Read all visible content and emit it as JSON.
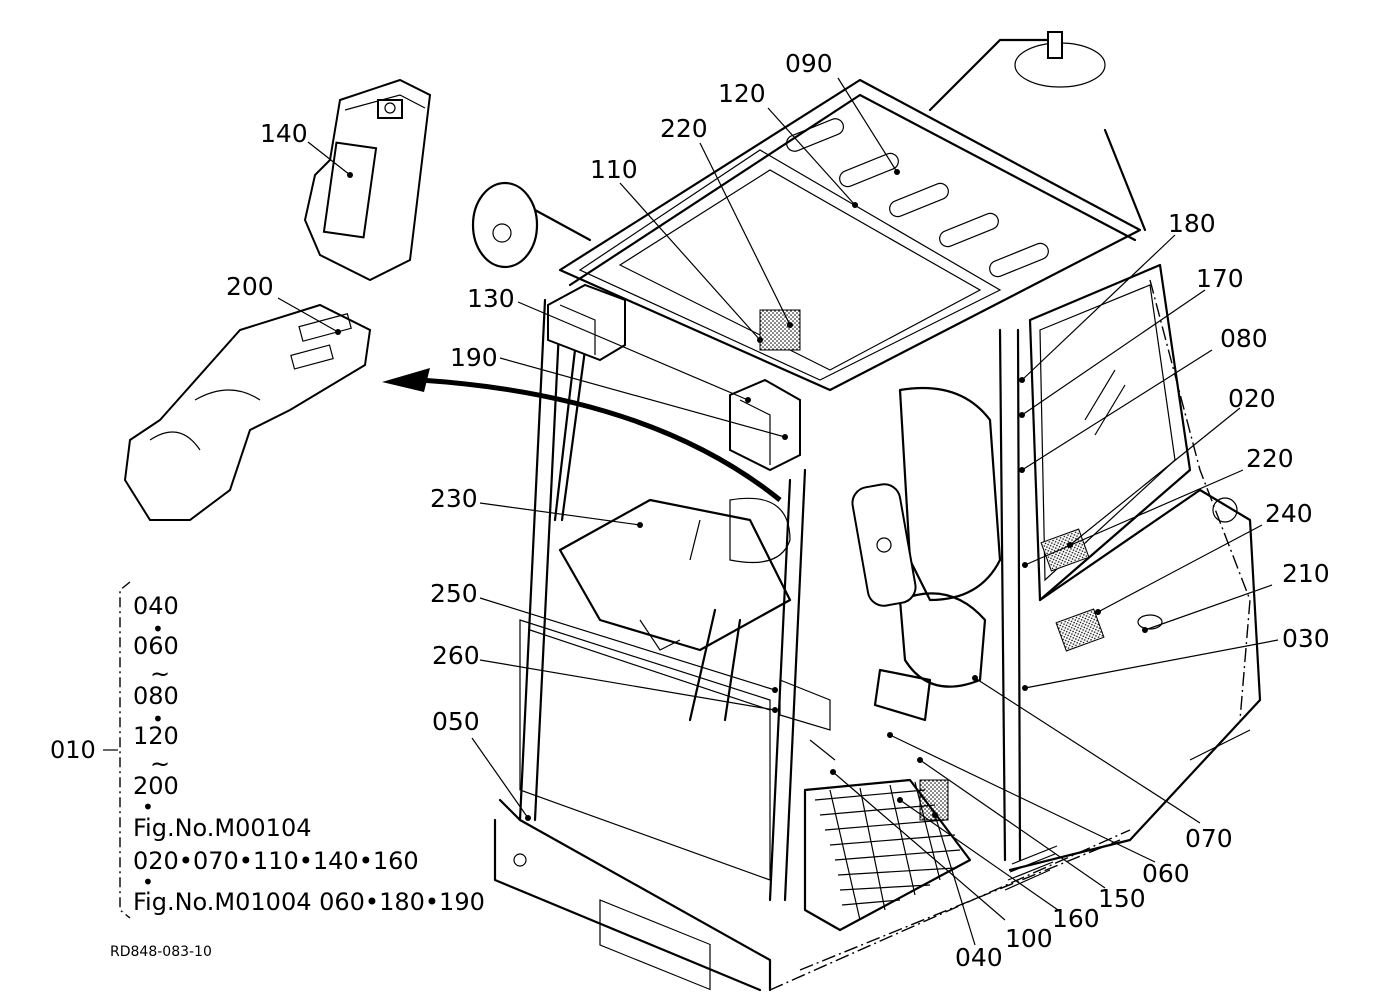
{
  "callouts": [
    {
      "id": "c-090",
      "label": "090"
    },
    {
      "id": "c-120",
      "label": "120"
    },
    {
      "id": "c-220a",
      "label": "220"
    },
    {
      "id": "c-110",
      "label": "110"
    },
    {
      "id": "c-140",
      "label": "140"
    },
    {
      "id": "c-200",
      "label": "200"
    },
    {
      "id": "c-130",
      "label": "130"
    },
    {
      "id": "c-190",
      "label": "190"
    },
    {
      "id": "c-230",
      "label": "230"
    },
    {
      "id": "c-250",
      "label": "250"
    },
    {
      "id": "c-260",
      "label": "260"
    },
    {
      "id": "c-050",
      "label": "050"
    },
    {
      "id": "c-180",
      "label": "180"
    },
    {
      "id": "c-170",
      "label": "170"
    },
    {
      "id": "c-080",
      "label": "080"
    },
    {
      "id": "c-020",
      "label": "020"
    },
    {
      "id": "c-220b",
      "label": "220"
    },
    {
      "id": "c-240",
      "label": "240"
    },
    {
      "id": "c-210",
      "label": "210"
    },
    {
      "id": "c-030",
      "label": "030"
    },
    {
      "id": "c-070",
      "label": "070"
    },
    {
      "id": "c-060",
      "label": "060"
    },
    {
      "id": "c-150",
      "label": "150"
    },
    {
      "id": "c-160",
      "label": "160"
    },
    {
      "id": "c-100",
      "label": "100"
    },
    {
      "id": "c-040",
      "label": "040"
    }
  ],
  "legend": {
    "assembly": "010",
    "dot": "•",
    "tilde": "~",
    "lines": [
      "040",
      "060",
      "080",
      "120",
      "200",
      "Fig.No.M00104",
      "020•070•110•140•160",
      "Fig.No.M01004  060•180•190"
    ]
  },
  "drawing_id": "RD848-083-10"
}
